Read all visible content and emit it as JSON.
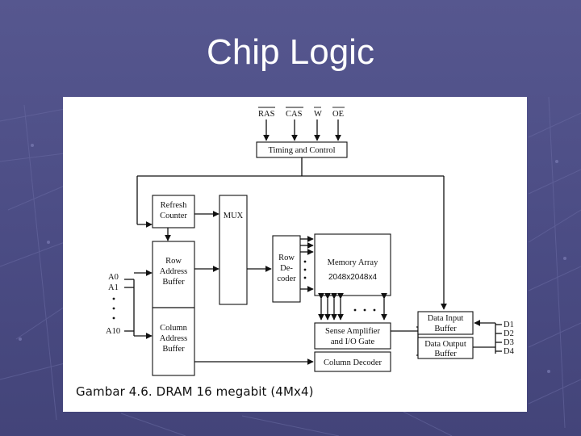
{
  "slide": {
    "title": "Chip Logic"
  },
  "diagram": {
    "control_signals": [
      "RAS",
      "CAS",
      "W",
      "OE"
    ],
    "timing_control": "Timing and Control",
    "refresh_counter": [
      "Refresh",
      "Counter"
    ],
    "mux": "MUX",
    "row_address_buffer": [
      "Row",
      "Address",
      "Buffer"
    ],
    "column_address_buffer": [
      "Column",
      "Address",
      "Buffer"
    ],
    "row_decoder": [
      "Row",
      "De-",
      "coder"
    ],
    "memory_array": "Memory Array",
    "memory_size": "2048x2048x4",
    "sense_amplifier": [
      "Sense Amplifier",
      "and I/O Gate"
    ],
    "column_decoder": "Column Decoder",
    "data_input_buffer": [
      "Data Input",
      "Buffer"
    ],
    "data_output_buffer": [
      "Data Output",
      "Buffer"
    ],
    "address_pins": [
      "A0",
      "A1",
      "A10"
    ],
    "data_pins": [
      "D1",
      "D2",
      "D3",
      "D4"
    ],
    "caption": "Gambar 4.6. DRAM 16 megabit (4Mx4)"
  }
}
